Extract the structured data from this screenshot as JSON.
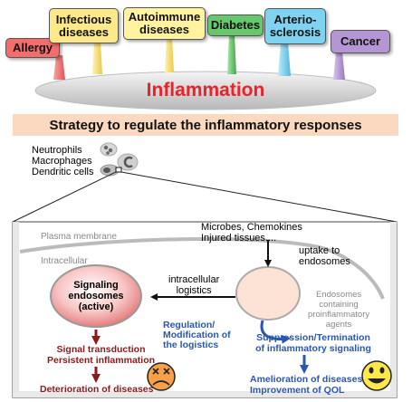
{
  "diseases": [
    {
      "label": "Allergy",
      "color": "#f46d6d"
    },
    {
      "label": "Infectious diseases",
      "color": "#fde88a"
    },
    {
      "label": "Autoimmune diseases",
      "color": "#fff3a0"
    },
    {
      "label": "Diabetes",
      "color": "#66c86b"
    },
    {
      "label": "Arterio-sclerosis",
      "color": "#7fd3f0"
    },
    {
      "label": "Cancer",
      "color": "#b497d2"
    }
  ],
  "inflammation_title": "Inflammation",
  "strategy_title": "Strategy to regulate the inflammatory responses",
  "cells": {
    "neutrophils": "Neutrophils",
    "macrophages": "Macrophages",
    "dendritic": "Dendritic cells"
  },
  "panel": {
    "plasma_membrane": "Plasma membrane",
    "intracellular": "Intracellular",
    "microbes_line1": "Microbes, Chemokines",
    "microbes_line2": "Injured tissues....",
    "uptake_line1": "uptake to",
    "uptake_line2": "endosomes",
    "signaling_line1": "Signaling",
    "signaling_line2": "endosomes",
    "signaling_line3": "(active)",
    "intra_logistics_line1": "intracellular",
    "intra_logistics_line2": "logistics",
    "endosomes_line1": "Endosomes",
    "endosomes_line2": "containing",
    "endosomes_line3": "proinflammatory",
    "endosomes_line4": "agents",
    "regulation_line1": "Regulation/",
    "regulation_line2": "Modification of",
    "regulation_line3": "the logistics",
    "signal_line1": "Signal transduction",
    "signal_line2": "Persistent inflammation",
    "deterioration": "Deterioration of diseases",
    "suppression_line1": "Suppression/Termination",
    "suppression_line2": "of inflammatory signaling",
    "amelioration_line1": "Amelioration of diseases",
    "amelioration_line2": "Improvement of QOL"
  },
  "colors": {
    "inflammation_red": "#e8232a",
    "blue_arrow": "#2a56b0",
    "dark_red": "#8b1a1a",
    "strategy_band": "#fbd9c0"
  }
}
